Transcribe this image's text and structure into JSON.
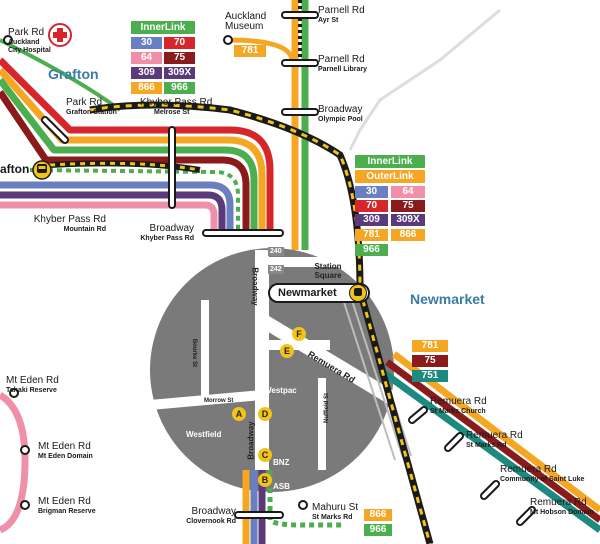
{
  "areas": {
    "grafton": "Grafton",
    "newmarket": "Newmarket"
  },
  "stops": {
    "park_rd_hospital": {
      "name": "Park Rd",
      "sub1": "Auckland",
      "sub2": "City Hospital"
    },
    "auckland_museum": {
      "name": "Auckland",
      "sub1": "Museum"
    },
    "parnell_ayr": {
      "name": "Parnell Rd",
      "sub": "Ayr St"
    },
    "parnell_library": {
      "name": "Parnell Rd",
      "sub": "Parnell Library"
    },
    "broadway_olympic": {
      "name": "Broadway",
      "sub": "Olympic Pool"
    },
    "park_rd_grafton": {
      "name": "Park Rd",
      "sub": "Grafton Station"
    },
    "khyber_melrose": {
      "name": "Khyber Pass Rd",
      "sub": "Melrose St"
    },
    "grafton_station": {
      "name": "afton"
    },
    "khyber_mountain": {
      "name": "Khyber Pass Rd",
      "sub": "Mountain Rd"
    },
    "broadway_khyber": {
      "name": "Broadway",
      "sub": "Khyber Pass Rd"
    },
    "mt_eden_tahaki": {
      "name": "Mt Eden Rd",
      "sub": "Tahaki Reserve"
    },
    "mt_eden_domain": {
      "name": "Mt Eden Rd",
      "sub": "Mt Eden Domain"
    },
    "mt_eden_brigman": {
      "name": "Mt Eden Rd",
      "sub": "Brigman Reserve"
    },
    "broadway_clovernook": {
      "name": "Broadway",
      "sub": "Clovernook Rd"
    },
    "mahuru": {
      "name": "Mahuru St",
      "sub": "St Marks Rd"
    },
    "remuera_st_marks_church": {
      "name": "Remuera Rd",
      "sub": "St Marks Church"
    },
    "remuera_st_marks_rd": {
      "name": "Remuera Rd",
      "sub": "St Marks Rd"
    },
    "remuera_community": {
      "name": "Remuera Rd",
      "sub": "Community of Saint Luke"
    },
    "remuera_hobson": {
      "name": "Remuera Rd",
      "sub": "Mt Hobson Domain"
    }
  },
  "route_tables": {
    "grafton_panel": {
      "header": "InnerLink",
      "rows": [
        [
          "30",
          "70"
        ],
        [
          "64",
          "75"
        ],
        [
          "309",
          "309X"
        ],
        [
          "866",
          "966"
        ]
      ]
    },
    "newmarket_panel": {
      "headers": [
        "InnerLink",
        "OuterLink"
      ],
      "rows": [
        [
          "30",
          "64"
        ],
        [
          "70",
          "75"
        ],
        [
          "309",
          "309X"
        ],
        [
          "781",
          "866"
        ],
        [
          "966"
        ]
      ]
    }
  },
  "museum_route": "781",
  "remuera_routes": [
    "781",
    "75",
    "751"
  ],
  "mahuru_routes": [
    "866",
    "966"
  ],
  "newmarket_centre": {
    "station": "Newmarket",
    "station_square": "Station Square",
    "stop_240": "240",
    "stop_242": "242",
    "broadway_street": "Broadway",
    "remuera_street": "Remuera Rd",
    "bourke_st": "Bourke St",
    "morrow_st": "Morrow St",
    "nuffield_st": "Nuffield St",
    "westfield": "Westfield",
    "westpac": "Westpac",
    "bnz": "BNZ",
    "asb": "ASB",
    "stop_letters": [
      "A",
      "B",
      "C",
      "D",
      "E",
      "F"
    ]
  },
  "colors": {
    "red": "#d7262b",
    "green": "#4cae4f",
    "orange": "#f5a623",
    "yellow": "#f2c417",
    "maroon": "#8b1a1a",
    "pink": "#f08fa8",
    "purple": "#5a3a7a",
    "blue": "#6a7fc1",
    "teal": "#1c8a7e",
    "innerlink": "#4cae4f",
    "outerlink": "#f5a623",
    "ground": "#7a7a7a",
    "rail": "#1a1a1a"
  },
  "icons": [
    "hospital-cross-icon",
    "train-icon"
  ]
}
